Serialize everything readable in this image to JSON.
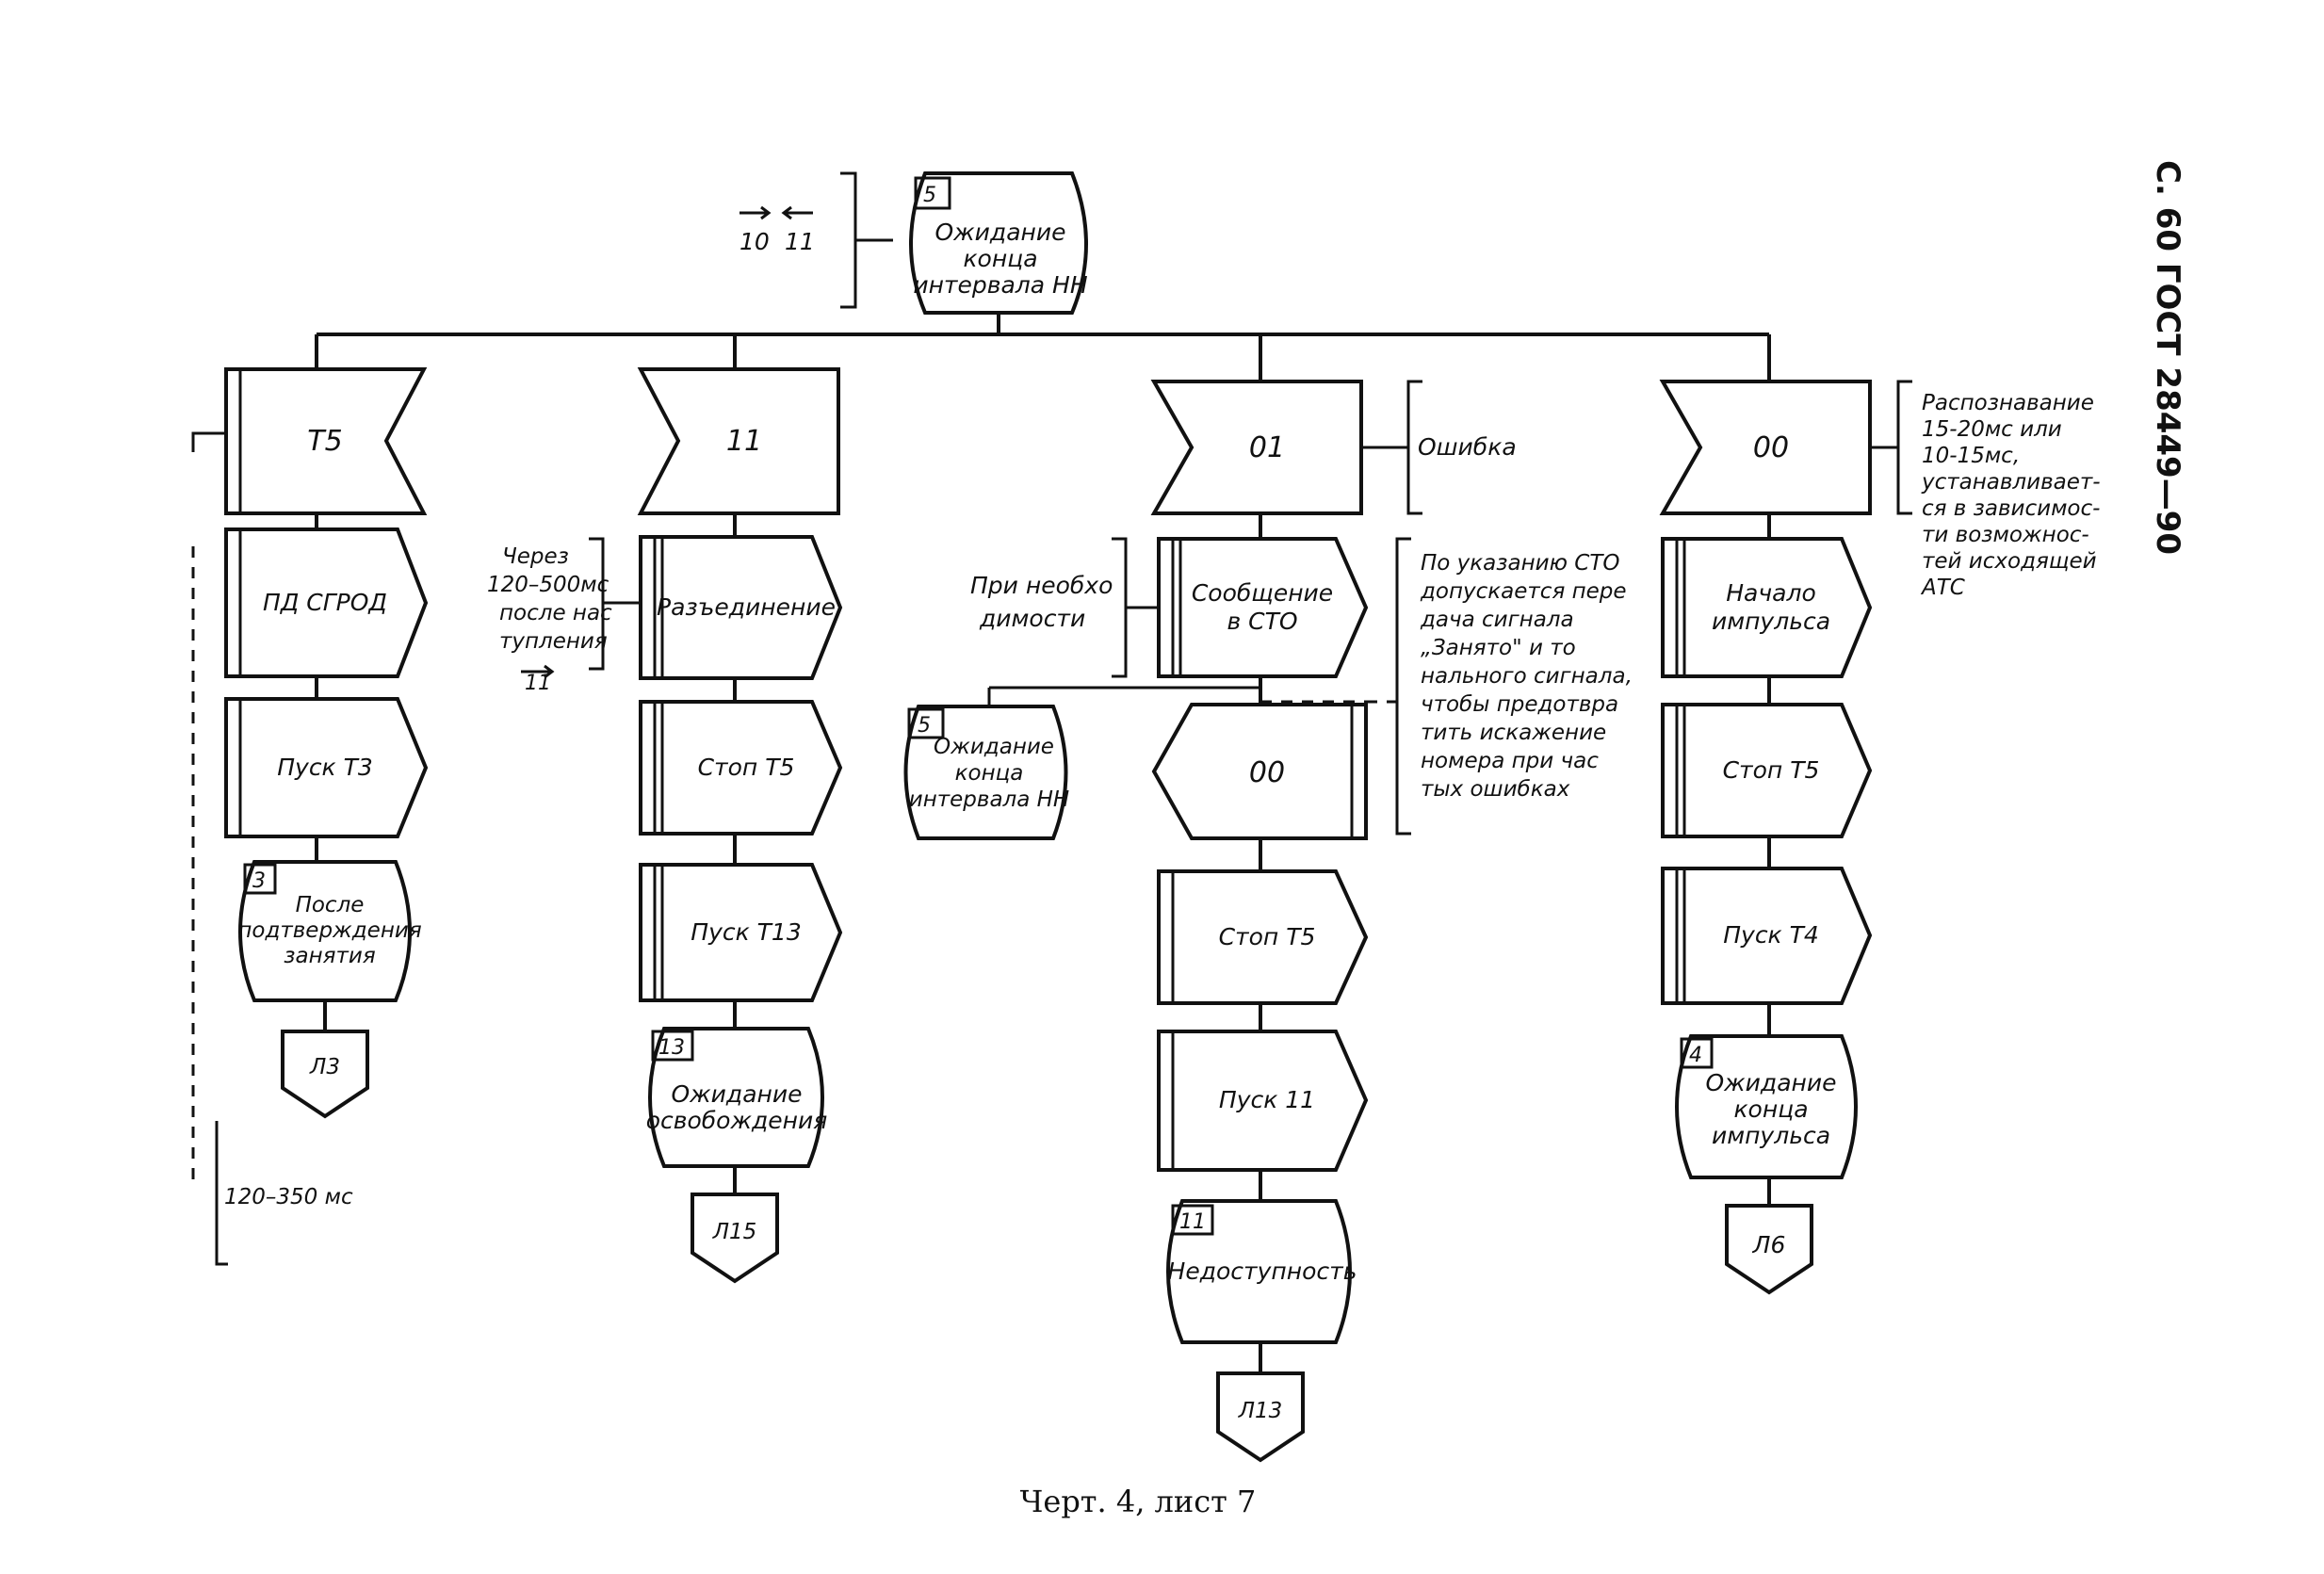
{
  "page_header": "С. 60 ГОСТ 28449—90",
  "caption": "Черт. 4, лист 7",
  "state": {
    "number": "5",
    "lines": [
      "Ожидание",
      "конца",
      "интервала НН"
    ],
    "inputs_left": [
      "10",
      "11"
    ]
  },
  "branches": [
    {
      "input": "Т5",
      "steps": [
        "ПД СГРОД",
        "Пуск Т3"
      ],
      "next_state": {
        "number": "3",
        "lines": [
          "После",
          "подтверждения",
          "занятия"
        ]
      },
      "connector": "Л3",
      "comment_time": "120–350 мс"
    },
    {
      "input": "11",
      "steps": [
        "Разъединение",
        "Стоп Т5",
        "Пуск Т13"
      ],
      "next_state": {
        "number": "13",
        "lines": [
          "Ожидание",
          "освобождения"
        ]
      },
      "connector": "Л15",
      "comment_lines": [
        "Через",
        "120–500мс",
        "после нас",
        "тупления"
      ],
      "comment_signal": "11"
    },
    {
      "input": "01",
      "input_comment": "Ошибка",
      "steps": [
        "Сообщение\nв СТО",
        "00",
        "Стоп Т5",
        "Пуск 11"
      ],
      "side_state": {
        "number": "5",
        "lines": [
          "Ожидание",
          "конца",
          "интервала НН"
        ]
      },
      "next_state": {
        "number": "11",
        "lines": [
          "Недоступность"
        ]
      },
      "connector": "Л13",
      "left_comment": [
        "При необхо",
        "димости"
      ],
      "right_comment": [
        "По указанию СТО",
        "допускается пере",
        "дача сигнала",
        "„Занято\" и то",
        "нального сигнала,",
        "чтобы предотвра",
        "тить искажение",
        "номера при час",
        "тых ошибках"
      ]
    },
    {
      "input": "00",
      "input_comment": [
        "Распознавание",
        "15-20мс или",
        "10-15мс,",
        "устанавливает-",
        "ся в зависимос-",
        "ти возможнос-",
        "тей исходящей",
        "АТС"
      ],
      "steps": [
        "Начало\nимпульса",
        "Стоп Т5",
        "Пуск Т4"
      ],
      "next_state": {
        "number": "4",
        "lines": [
          "Ожидание",
          "конца",
          "импульса"
        ]
      },
      "connector": "Л6"
    }
  ]
}
